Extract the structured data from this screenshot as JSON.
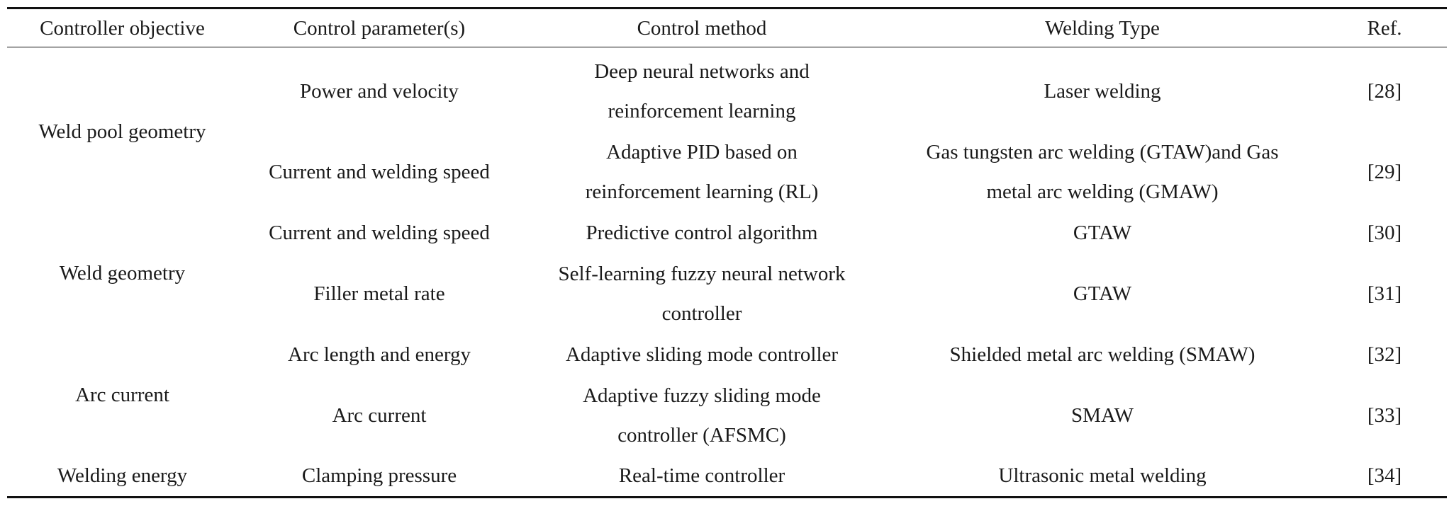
{
  "table": {
    "headers": [
      "Controller objective",
      "Control parameter(s)",
      "Control method",
      "Welding Type",
      "Ref."
    ],
    "objectives": [
      "Weld pool geometry",
      "Weld geometry",
      "Arc current",
      "Welding energy"
    ],
    "rows": [
      {
        "parameter": "Power and velocity",
        "method": [
          "Deep neural networks and",
          "reinforcement learning"
        ],
        "type": [
          "Laser welding"
        ],
        "ref": "[28]"
      },
      {
        "parameter": "Current and welding speed",
        "method": [
          "Adaptive PID based on",
          "reinforcement learning (RL)"
        ],
        "type": [
          "Gas tungsten arc welding (GTAW)and Gas",
          "metal arc welding (GMAW)"
        ],
        "ref": "[29]"
      },
      {
        "parameter": "Current and welding speed",
        "method": [
          "Predictive control algorithm"
        ],
        "type": [
          "GTAW"
        ],
        "ref": "[30]"
      },
      {
        "parameter": "Filler metal rate",
        "method": [
          "Self-learning fuzzy neural network",
          "controller"
        ],
        "type": [
          "GTAW"
        ],
        "ref": "[31]"
      },
      {
        "parameter": "Arc length and energy",
        "method": [
          "Adaptive sliding mode controller"
        ],
        "type": [
          "Shielded metal arc welding (SMAW)"
        ],
        "ref": "[32]"
      },
      {
        "parameter": "Arc current",
        "method": [
          "Adaptive fuzzy sliding mode",
          "controller (AFSMC)"
        ],
        "type": [
          "SMAW"
        ],
        "ref": "[33]"
      },
      {
        "parameter": "Clamping pressure",
        "method": [
          "Real-time controller"
        ],
        "type": [
          "Ultrasonic metal welding"
        ],
        "ref": "[34]"
      }
    ]
  }
}
